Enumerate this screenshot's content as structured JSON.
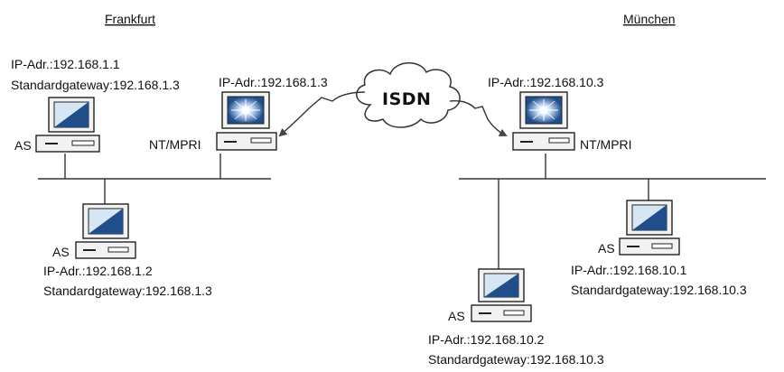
{
  "colors": {
    "line": "#333333",
    "case_fill": "#f2f2f2",
    "case_stroke": "#222222",
    "screen_blue": "#1f4e8a",
    "screen_light": "#d7e6f5",
    "router_glow": "#ffffff"
  },
  "sites": {
    "frankfurt": {
      "name": "Frankfurt",
      "router": {
        "label": "NT/MPRI",
        "ip": "IP-Adr.:192.168.1.3"
      },
      "hosts": [
        {
          "label": "AS",
          "ip": "IP-Adr.:192.168.1.1",
          "gateway": "Standardgateway:192.168.1.3"
        },
        {
          "label": "AS",
          "ip": "IP-Adr.:192.168.1.2",
          "gateway": "Standardgateway:192.168.1.3"
        }
      ]
    },
    "muenchen": {
      "name": "München",
      "router": {
        "label": "NT/MPRI",
        "ip": "IP-Adr.:192.168.10.3"
      },
      "hosts": [
        {
          "label": "AS",
          "ip": "IP-Adr.:192.168.10.1",
          "gateway": "Standardgateway:192.168.10.3"
        },
        {
          "label": "AS",
          "ip": "IP-Adr.:192.168.10.2",
          "gateway": "Standardgateway:192.168.10.3"
        }
      ]
    }
  },
  "cloud": {
    "label": "ISDN",
    "icon": "isdn-cloud-icon"
  }
}
